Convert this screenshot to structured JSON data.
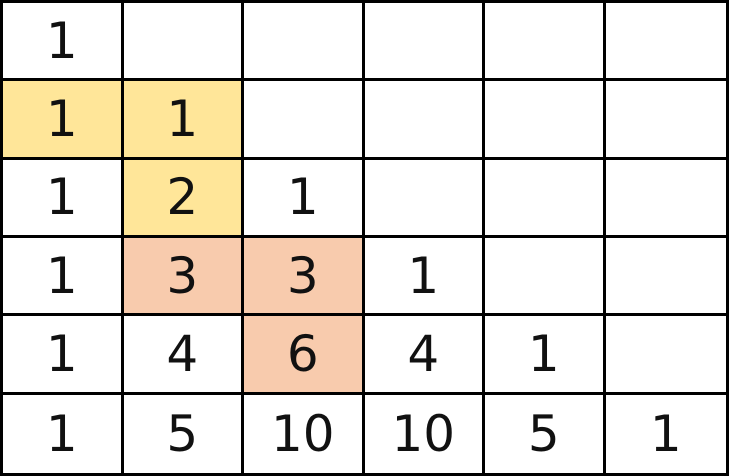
{
  "triangle": {
    "rows": [
      {
        "cells": [
          {
            "value": "1",
            "fill": ""
          },
          {
            "value": "",
            "fill": ""
          },
          {
            "value": "",
            "fill": ""
          },
          {
            "value": "",
            "fill": ""
          },
          {
            "value": "",
            "fill": ""
          },
          {
            "value": "",
            "fill": ""
          }
        ]
      },
      {
        "cells": [
          {
            "value": "1",
            "fill": "#FFE699"
          },
          {
            "value": "1",
            "fill": "#FFE699"
          },
          {
            "value": "",
            "fill": ""
          },
          {
            "value": "",
            "fill": ""
          },
          {
            "value": "",
            "fill": ""
          },
          {
            "value": "",
            "fill": ""
          }
        ]
      },
      {
        "cells": [
          {
            "value": "1",
            "fill": ""
          },
          {
            "value": "2",
            "fill": "#FFE699"
          },
          {
            "value": "1",
            "fill": ""
          },
          {
            "value": "",
            "fill": ""
          },
          {
            "value": "",
            "fill": ""
          },
          {
            "value": "",
            "fill": ""
          }
        ]
      },
      {
        "cells": [
          {
            "value": "1",
            "fill": ""
          },
          {
            "value": "3",
            "fill": "#F8CBAD"
          },
          {
            "value": "3",
            "fill": "#F8CBAD"
          },
          {
            "value": "1",
            "fill": ""
          },
          {
            "value": "",
            "fill": ""
          },
          {
            "value": "",
            "fill": ""
          }
        ]
      },
      {
        "cells": [
          {
            "value": "1",
            "fill": ""
          },
          {
            "value": "4",
            "fill": ""
          },
          {
            "value": "6",
            "fill": "#F8CBAD"
          },
          {
            "value": "4",
            "fill": ""
          },
          {
            "value": "1",
            "fill": ""
          },
          {
            "value": "",
            "fill": ""
          }
        ]
      },
      {
        "cells": [
          {
            "value": "1",
            "fill": ""
          },
          {
            "value": "5",
            "fill": ""
          },
          {
            "value": "10",
            "fill": ""
          },
          {
            "value": "10",
            "fill": ""
          },
          {
            "value": "5",
            "fill": ""
          },
          {
            "value": "1",
            "fill": ""
          }
        ]
      }
    ]
  },
  "colors": {
    "yellow_highlight": "#FFE699",
    "peach_highlight": "#F8CBAD",
    "grid_line": "#000000",
    "background": "#FFFFFF"
  }
}
